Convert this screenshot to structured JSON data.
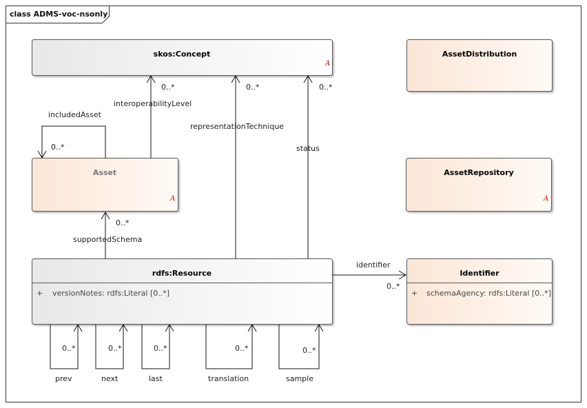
{
  "diagram": {
    "title": "class ADMS-voc-nsonly",
    "abstract_marker": "A",
    "classes": {
      "concept": {
        "name": "skos:Concept",
        "abstract": true
      },
      "asset": {
        "name": "Asset",
        "abstract": true
      },
      "resource": {
        "name": "rdfs:Resource",
        "attribute_visibility": "+",
        "attribute": "versionNotes: rdfs:Literal [0..*]"
      },
      "distribution": {
        "name": "AssetDistribution"
      },
      "repository": {
        "name": "AssetRepository",
        "abstract": true
      },
      "identifier": {
        "name": "Identifier",
        "attribute_visibility": "+",
        "attribute": "schemaAgency: rdfs:Literal [0..*]"
      }
    },
    "associations": {
      "included_asset": {
        "role": "includedAsset",
        "multiplicity": "0..*"
      },
      "interoperability_level": {
        "role": "interoperabilityLevel",
        "multiplicity": "0..*"
      },
      "representation_technique": {
        "role": "representationTechnique",
        "multiplicity": "0..*"
      },
      "status": {
        "role": "status",
        "multiplicity": "0..*"
      },
      "supported_schema": {
        "role": "supportedSchema",
        "multiplicity": "0..*"
      },
      "identifier": {
        "role": "identifier",
        "multiplicity": "0..*"
      },
      "prev": {
        "role": "prev",
        "multiplicity": "0..*"
      },
      "next": {
        "role": "next",
        "multiplicity": "0..*"
      },
      "last": {
        "role": "last",
        "multiplicity": "0..*"
      },
      "translation": {
        "role": "translation",
        "multiplicity": "0..*"
      },
      "sample": {
        "role": "sample",
        "multiplicity": "0..*"
      }
    },
    "colors": {
      "concept_fill": "#ececec",
      "class_fill": "#fbe9dc",
      "border": "#555555",
      "abstract_marker": "#d00000"
    }
  }
}
